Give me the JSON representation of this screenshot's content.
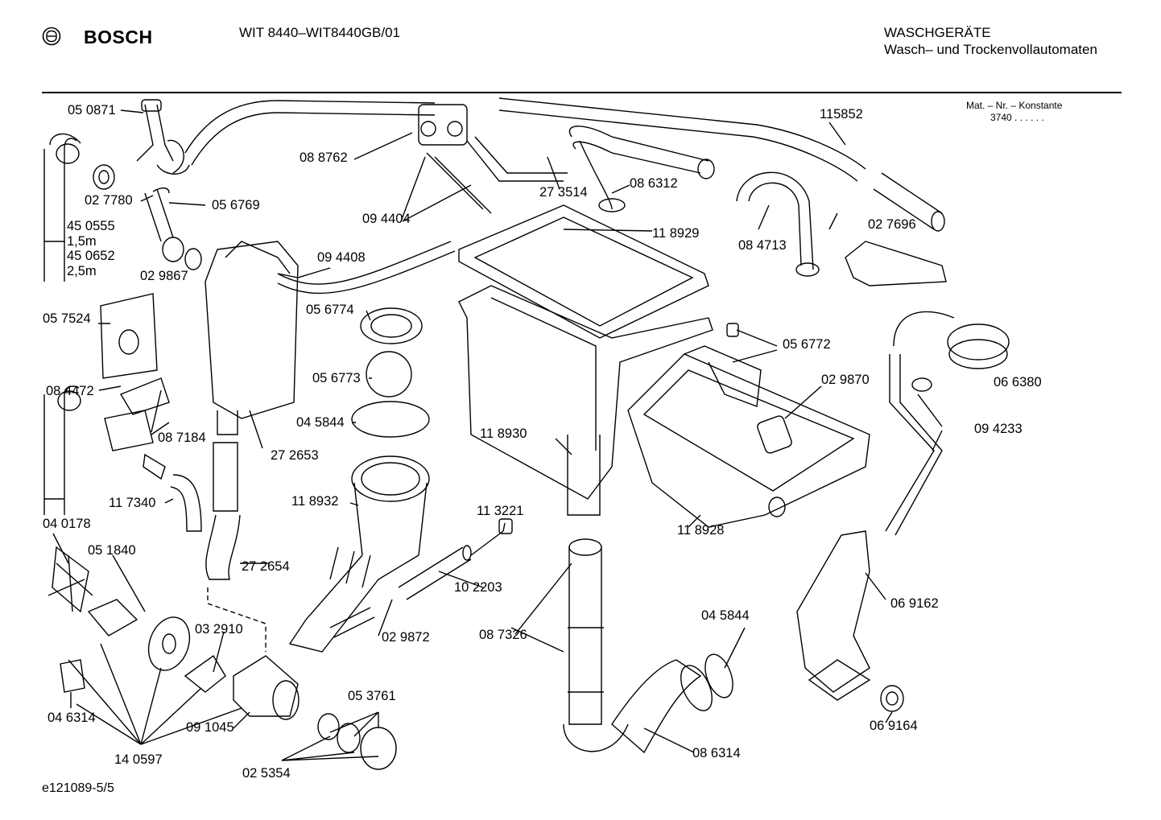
{
  "header": {
    "brand": "BOSCH",
    "model": "WIT 8440–WIT8440GB/01",
    "category_line1": "WASCHGERÄTE",
    "category_line2": "Wasch– und Trockenvollautomaten"
  },
  "constant": {
    "label": "Mat. – Nr. – Konstante",
    "value": "3740 . . . . . ."
  },
  "footer": "e121089-5/5",
  "parts": [
    {
      "id": "p01",
      "text": "05 0871"
    },
    {
      "id": "p02",
      "text": "08 8762"
    },
    {
      "id": "p03",
      "text": "115852"
    },
    {
      "id": "p04",
      "text": "02 7780"
    },
    {
      "id": "p05",
      "text": "05 6769"
    },
    {
      "id": "p06",
      "text": "45 0555"
    },
    {
      "id": "p07",
      "text": "1,5m"
    },
    {
      "id": "p08",
      "text": "45 0652"
    },
    {
      "id": "p09",
      "text": "2,5m"
    },
    {
      "id": "p10",
      "text": "02 9867"
    },
    {
      "id": "p11",
      "text": "09 4404"
    },
    {
      "id": "p12",
      "text": "27 3514"
    },
    {
      "id": "p13",
      "text": "08 6312"
    },
    {
      "id": "p14",
      "text": "08 4713"
    },
    {
      "id": "p15",
      "text": "02 7696"
    },
    {
      "id": "p16",
      "text": "11 8929"
    },
    {
      "id": "p17",
      "text": "09 4408"
    },
    {
      "id": "p18",
      "text": "05 7524"
    },
    {
      "id": "p19",
      "text": "05 6774"
    },
    {
      "id": "p20",
      "text": "05 6773"
    },
    {
      "id": "p21",
      "text": "05 6772"
    },
    {
      "id": "p22",
      "text": "06 6380"
    },
    {
      "id": "p23",
      "text": "08 4472"
    },
    {
      "id": "p24",
      "text": "02 9870"
    },
    {
      "id": "p25",
      "text": "09 4233"
    },
    {
      "id": "p26",
      "text": "04 5844"
    },
    {
      "id": "p27",
      "text": "08 7184"
    },
    {
      "id": "p28",
      "text": "11 8930"
    },
    {
      "id": "p29",
      "text": "27 2653"
    },
    {
      "id": "p30",
      "text": "11 8932"
    },
    {
      "id": "p31",
      "text": "11 7340"
    },
    {
      "id": "p32",
      "text": "11 3221"
    },
    {
      "id": "p33",
      "text": "04 0178"
    },
    {
      "id": "p34",
      "text": "11 8928"
    },
    {
      "id": "p35",
      "text": "05 1840"
    },
    {
      "id": "p36",
      "text": "27 2654"
    },
    {
      "id": "p37",
      "text": "10 2203"
    },
    {
      "id": "p38",
      "text": "06 9162"
    },
    {
      "id": "p39",
      "text": "03 2910"
    },
    {
      "id": "p40",
      "text": "04 5844"
    },
    {
      "id": "p41",
      "text": "02 9872"
    },
    {
      "id": "p42",
      "text": "08 7326"
    },
    {
      "id": "p43",
      "text": "05 3761"
    },
    {
      "id": "p44",
      "text": "04 6314"
    },
    {
      "id": "p45",
      "text": "09 1045"
    },
    {
      "id": "p46",
      "text": "08 6314"
    },
    {
      "id": "p47",
      "text": "06 9164"
    },
    {
      "id": "p48",
      "text": "14 0597"
    },
    {
      "id": "p49",
      "text": "02 5354"
    }
  ]
}
